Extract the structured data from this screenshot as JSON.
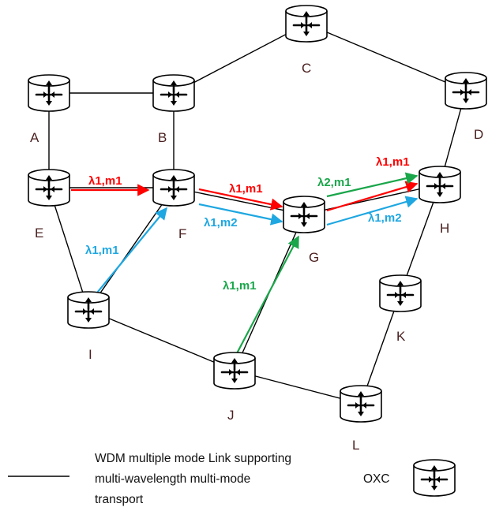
{
  "nodes": {
    "A": {
      "label": "A"
    },
    "B": {
      "label": "B"
    },
    "C": {
      "label": "C"
    },
    "D": {
      "label": "D"
    },
    "E": {
      "label": "E"
    },
    "F": {
      "label": "F"
    },
    "G": {
      "label": "G"
    },
    "H": {
      "label": "H"
    },
    "I": {
      "label": "I"
    },
    "J": {
      "label": "J"
    },
    "K": {
      "label": "K"
    },
    "L": {
      "label": "L"
    }
  },
  "links": [
    [
      "A",
      "B"
    ],
    [
      "B",
      "C"
    ],
    [
      "C",
      "D"
    ],
    [
      "A",
      "E"
    ],
    [
      "B",
      "F"
    ],
    [
      "E",
      "F"
    ],
    [
      "E",
      "I"
    ],
    [
      "I",
      "F"
    ],
    [
      "F",
      "G"
    ],
    [
      "G",
      "H"
    ],
    [
      "D",
      "H"
    ],
    [
      "H",
      "K"
    ],
    [
      "K",
      "L"
    ],
    [
      "I",
      "J"
    ],
    [
      "J",
      "L"
    ],
    [
      "J",
      "G"
    ]
  ],
  "lightpaths": {
    "red": {
      "color": "#ff0000",
      "labels": [
        "λ1,m1",
        "λ1,m1",
        "λ1,m1"
      ]
    },
    "blue": {
      "color": "#1ea7e1",
      "labels": [
        "λ1,m1",
        "λ1,m2",
        "λ1,m2"
      ]
    },
    "green": {
      "color": "#1aa64a",
      "labels": [
        "λ1,m1",
        "λ2,m1"
      ]
    }
  },
  "legend": {
    "link_line1": "WDM multiple mode Link supporting",
    "link_line2": "multi-wavelength multi-mode",
    "link_line3": "transport",
    "oxc_label": "OXC"
  }
}
